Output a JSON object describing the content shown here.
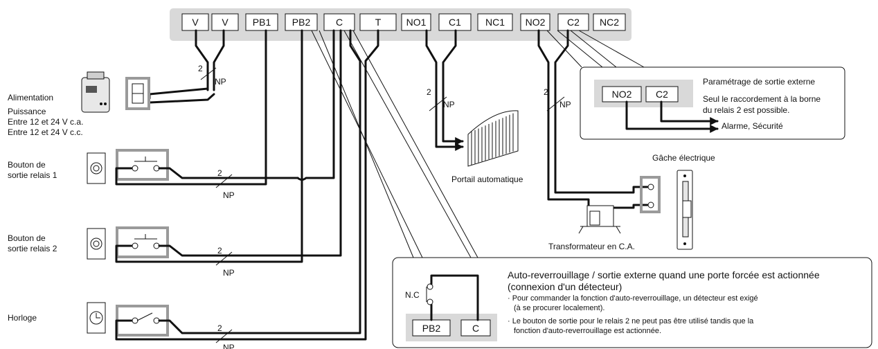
{
  "terminals": [
    "V",
    "V",
    "PB1",
    "PB2",
    "C",
    "T",
    "NO1",
    "C1",
    "NC1",
    "NO2",
    "C2",
    "NC2"
  ],
  "wire_count": "2",
  "wire_type": "NP",
  "power": {
    "title": "Alimentation",
    "subtitle": "Puissance",
    "line1": "Entre 12 et 24 V c.a.",
    "line2": "Entre 12 et 24 V c.c."
  },
  "button1": {
    "line1": "Bouton de",
    "line2": "sortie relais 1"
  },
  "button2": {
    "line1": "Bouton de",
    "line2": "sortie relais 2"
  },
  "clock": {
    "label": "Horloge"
  },
  "gate": {
    "label": "Portail automatique"
  },
  "strike": {
    "label": "Gâche électrique"
  },
  "transformer": {
    "label": "Transformateur en C.A."
  },
  "external_output": {
    "title": "Paramétrage de sortie externe",
    "note_line1": "Seul le raccordement à la borne",
    "note_line2": "du relais 2 est possible.",
    "terminals": [
      "NO2",
      "C2"
    ],
    "output_label": "Alarme, Sécurité"
  },
  "auto_lock": {
    "title_line1": "Auto-reverrouillage / sortie externe quand une porte forcée est actionnée",
    "title_line2": "(connexion d'un détecteur)",
    "bullet1_line1": "· Pour commander la fonction d'auto-reverrouillage, un détecteur est exigé",
    "bullet1_line2": "(à se procurer localement).",
    "bullet2_line1": "· Le bouton de sortie pour le relais 2 ne peut pas être utilisé tandis que la",
    "bullet2_line2": "fonction d'auto-reverrouillage est actionnée.",
    "contact_label": "N.C",
    "terminals": [
      "PB2",
      "C"
    ]
  }
}
